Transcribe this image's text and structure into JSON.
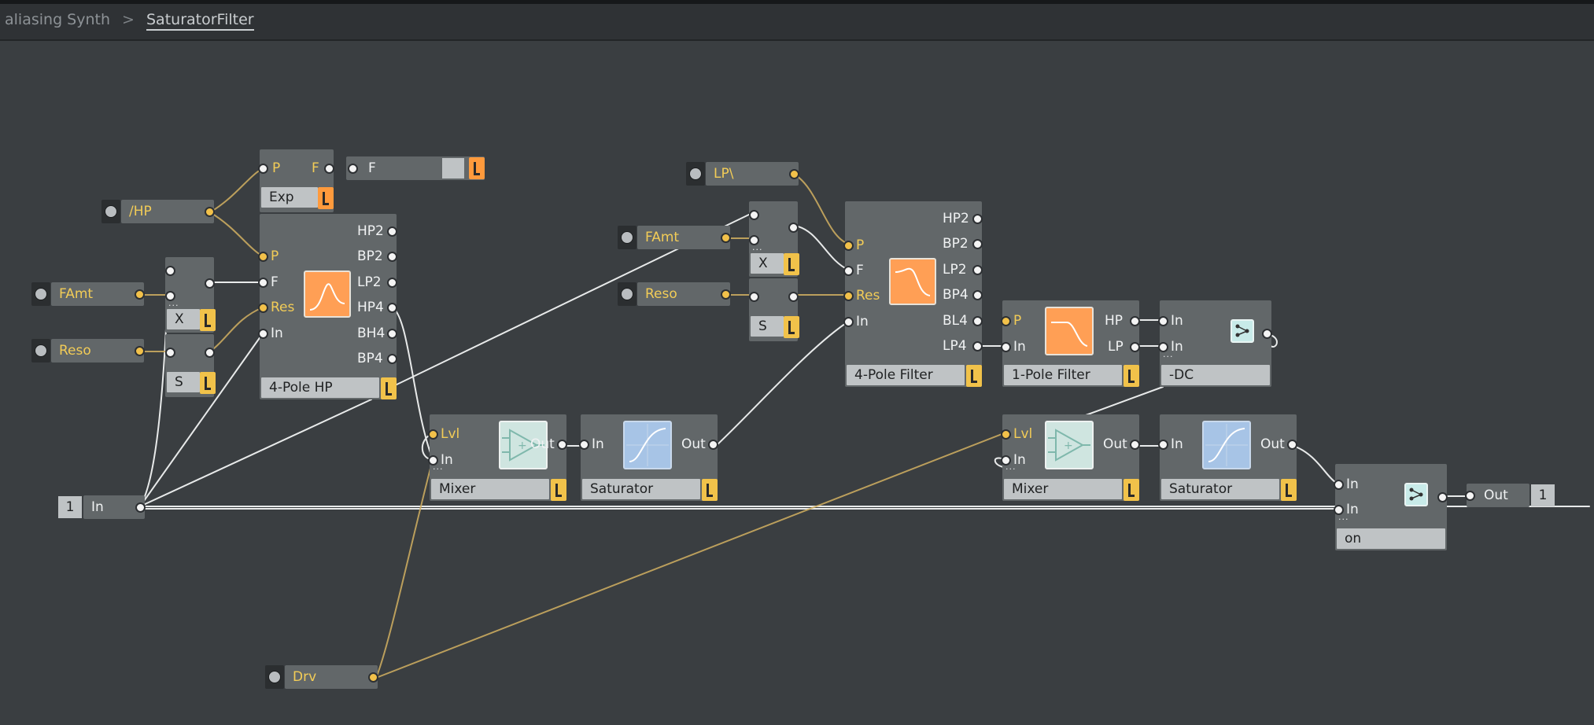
{
  "breadcrumb": {
    "parent": "aliasing Synth",
    "separator": ">",
    "current": "SaturatorFilter"
  },
  "colors": {
    "background": "#3a3e41",
    "module": "#626769",
    "wire_white": "#e8eaea",
    "wire_yellow": "#d2b061",
    "accent_yellow": "#f1c24a",
    "accent_orange": "#ff9a3c"
  },
  "modules": {
    "exp": {
      "in_p": "P",
      "out_f": "F",
      "name": "Exp"
    },
    "f_display": {
      "label": "F"
    },
    "hp_knob": {
      "label": "/HP"
    },
    "famt_left": {
      "label": "FAmt"
    },
    "reso_left": {
      "label": "Reso"
    },
    "mult_left": {
      "name": "X",
      "dots": "..."
    },
    "sum_left": {
      "name": "S"
    },
    "hp4": {
      "in_p": "P",
      "in_f": "F",
      "in_res": "Res",
      "in_in": "In",
      "outs": [
        "HP2",
        "BP2",
        "LP2",
        "HP4",
        "BH4",
        "BP4"
      ],
      "name": "4-Pole HP"
    },
    "input": {
      "channel": "1",
      "label": "In"
    },
    "mixer1": {
      "in_lvl": "Lvl",
      "in_in": "In",
      "out": "Out",
      "name": "Mixer",
      "dots": "..."
    },
    "sat1": {
      "in": "In",
      "out": "Out",
      "name": "Saturator"
    },
    "lp_knob": {
      "label": "LP\\"
    },
    "famt_mid": {
      "label": "FAmt"
    },
    "reso_mid": {
      "label": "Reso"
    },
    "mult_mid": {
      "name": "X",
      "dots": "..."
    },
    "sum_mid": {
      "name": "S"
    },
    "filt4": {
      "in_p": "P",
      "in_f": "F",
      "in_res": "Res",
      "in_in": "In",
      "outs": [
        "HP2",
        "BP2",
        "LP2",
        "BP4",
        "BL4",
        "LP4"
      ],
      "name": "4-Pole Filter"
    },
    "filt1": {
      "in_p": "P",
      "in_in": "In",
      "out_hp": "HP",
      "out_lp": "LP",
      "name": "1-Pole Filter"
    },
    "dc": {
      "in1": "In",
      "in2": "In",
      "name": "-DC",
      "dots": "..."
    },
    "mixer2": {
      "in_lvl": "Lvl",
      "in_in": "In",
      "out": "Out",
      "name": "Mixer",
      "dots": "..."
    },
    "sat2": {
      "in": "In",
      "out": "Out",
      "name": "Saturator"
    },
    "switch": {
      "in1": "In",
      "in2": "In",
      "name": "on",
      "dots": "..."
    },
    "output": {
      "label": "Out",
      "channel": "1"
    },
    "drv": {
      "label": "Drv"
    }
  }
}
